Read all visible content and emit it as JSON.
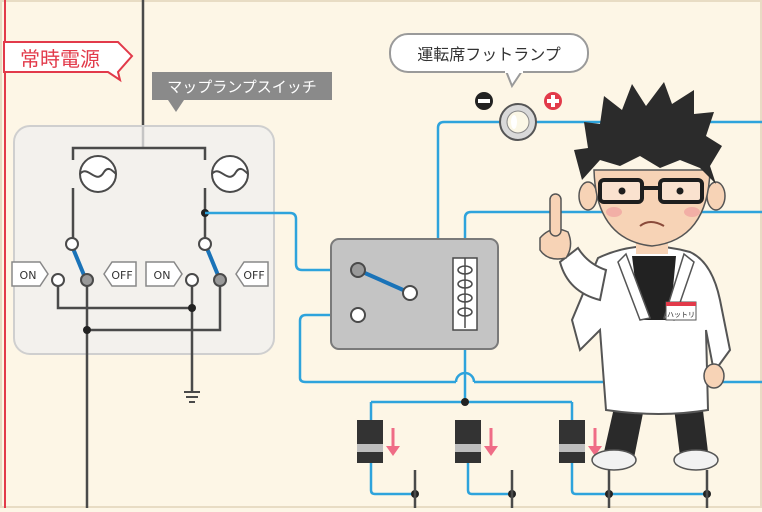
{
  "labels": {
    "power": "常時電源",
    "map_lamp_switch": "マップランプスイッチ",
    "driver_foot_lamp": "運転席フットランプ",
    "on": "ON",
    "off": "OFF",
    "name_tag": "ハットリ"
  },
  "colors": {
    "background": "#fdf6e6",
    "accent_red": "#e23a4a",
    "wire_blue": "#2ea3dc",
    "wire_dark": "#4a4a4a",
    "label_bg": "#8a8a8a",
    "arrow_pink": "#ef6c86"
  }
}
